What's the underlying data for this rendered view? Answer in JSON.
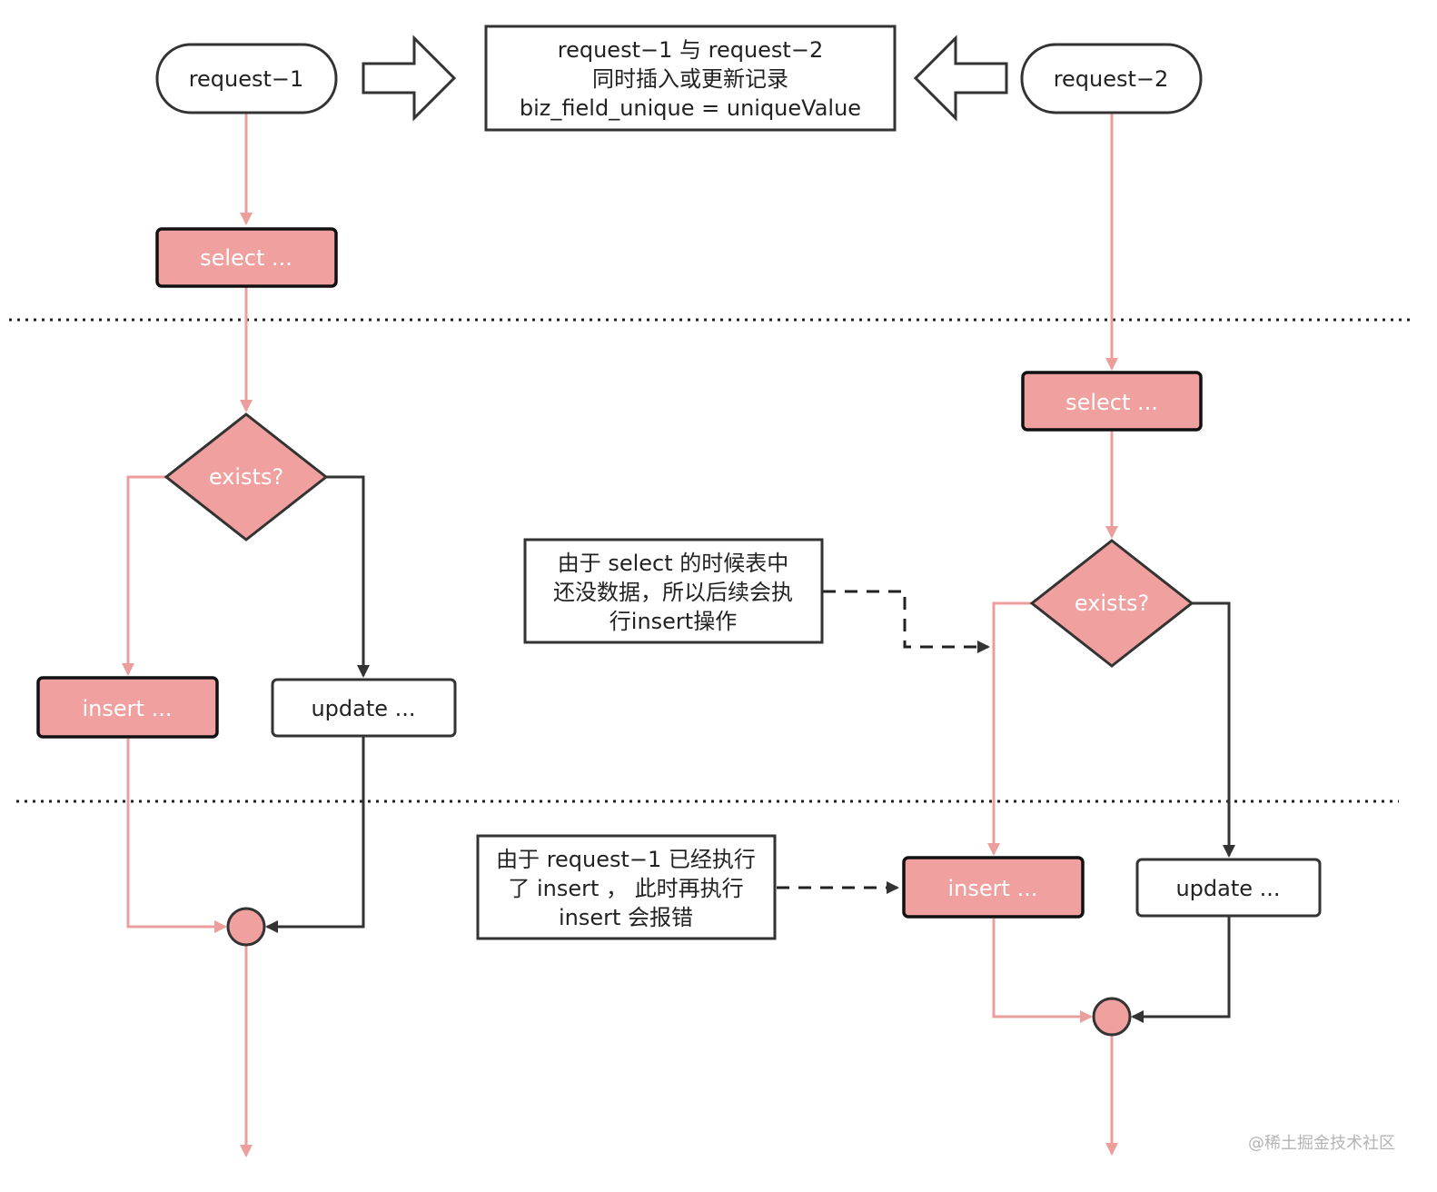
{
  "colors": {
    "pink_fill": "#f0a09e",
    "pink_line": "#eb9e9c",
    "dark_line": "#333333",
    "dark_text": "#222222"
  },
  "starts": {
    "request1": "request−1",
    "request2": "request−2"
  },
  "top_note": {
    "line1": "request−1 与 request−2",
    "line2": "同时插入或更新记录",
    "line3": "biz_field_unique = uniqueValue"
  },
  "left_flow": {
    "select": "select ...",
    "exists": "exists?",
    "insert": "insert ...",
    "update": "update ..."
  },
  "right_flow": {
    "select": "select ...",
    "exists": "exists?",
    "insert": "insert ...",
    "update": "update ..."
  },
  "note_select": {
    "line1": "由于 select 的时候表中",
    "line2": "还没数据，所以后续会执",
    "line3": "行insert操作"
  },
  "note_insert": {
    "line1": "由于 request−1 已经执行",
    "line2": "了 insert ， 此时再执行",
    "line3": "insert 会报错"
  },
  "watermark": "@稀土掘金技术社区"
}
